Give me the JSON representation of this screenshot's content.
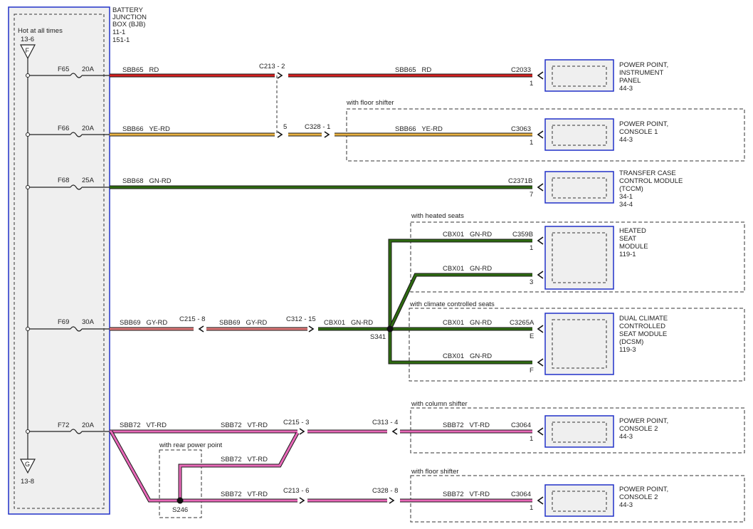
{
  "bjb": {
    "name_lines": [
      "BATTERY",
      "JUNCTION",
      "BOX (BJB)",
      "11-1",
      "151-1"
    ],
    "hot_label": "Hot at all times",
    "hot_ref": "13-6",
    "top_symbol": "F",
    "bottom_symbol": "G",
    "bottom_ref": "13-8"
  },
  "fuses": [
    {
      "id": "F65",
      "rating": "20A"
    },
    {
      "id": "F66",
      "rating": "20A"
    },
    {
      "id": "F68",
      "rating": "25A"
    },
    {
      "id": "F69",
      "rating": "30A"
    },
    {
      "id": "F72",
      "rating": "20A"
    }
  ],
  "wire_labels": {
    "r1a": "SBB65   RD",
    "r1b": "SBB65   RD",
    "r2a": "SBB66   YE-RD",
    "r2b": "SBB66   YE-RD",
    "r3": "SBB68   GN-RD",
    "r4a": "SBB69   GY-RD",
    "r4b": "SBB69   GY-RD",
    "r4c": "CBX01   GN-RD",
    "hs1": "CBX01   GN-RD",
    "hs2": "CBX01   GN-RD",
    "cc1": "CBX01   GN-RD",
    "cc2": "CBX01   GN-RD",
    "r5a": "SBB72   VT-RD",
    "r5b": "SBB72   VT-RD",
    "r5c": "SBB72   VT-RD",
    "r6": "SBB72   VT-RD",
    "r7a": "SBB72   VT-RD",
    "r7b": "SBB72   VT-RD"
  },
  "connectors": {
    "c213_2": "C213 - 2",
    "c213_5": "5",
    "c328_1": "C328 - 1",
    "c215_8": "C215 - 8",
    "c312_15": "C312 - 15",
    "c215_3": "C215 - 3",
    "c313_4": "C313 - 4",
    "c213_6": "C213 - 6",
    "c328_8": "C328 - 8",
    "c2033": "C2033",
    "c2033_pin": "1",
    "c3063": "C3063",
    "c3063_pin": "1",
    "c2371b": "C2371B",
    "c2371b_pin": "7",
    "c359b": "C359B",
    "c359b_pin1": "1",
    "c359b_pin3": "3",
    "c3265a": "C3265A",
    "c3265a_pinE": "E",
    "c3265a_pinF": "F",
    "c3064a": "C3064",
    "c3064a_pin": "1",
    "c3064b": "C3064",
    "c3064b_pin": "1"
  },
  "splices": {
    "s341": "S341",
    "s246": "S246"
  },
  "options": {
    "floor1": "with floor shifter",
    "heated": "with heated seats",
    "climate": "with climate controlled seats",
    "column": "with column shifter",
    "rear": "with rear power point",
    "floor2": "with floor shifter"
  },
  "components": [
    {
      "lines": [
        "POWER POINT,",
        "INSTRUMENT",
        "PANEL",
        "44-3"
      ]
    },
    {
      "lines": [
        "POWER POINT,",
        "CONSOLE 1",
        "44-3"
      ]
    },
    {
      "lines": [
        "TRANSFER CASE",
        "CONTROL MODULE",
        "(TCCM)",
        "34-1",
        "34-4"
      ]
    },
    {
      "lines": [
        "HEATED",
        "SEAT",
        "MODULE",
        "119-1"
      ]
    },
    {
      "lines": [
        "DUAL CLIMATE",
        "CONTROLLED",
        "SEAT MODULE",
        "(DCSM)",
        "119-3"
      ]
    },
    {
      "lines": [
        "POWER POINT,",
        "CONSOLE 2",
        "44-3"
      ]
    },
    {
      "lines": [
        "POWER POINT,",
        "CONSOLE 2",
        "44-3"
      ]
    }
  ],
  "colors": {
    "frame_blue": "#2030c8",
    "wire_RD": "#d42020",
    "wire_YE_RD": "#e8b040",
    "wire_GN_RD": "#2e6b10",
    "wire_GY_RD": "#e07878",
    "wire_VT_RD": "#e868b8"
  }
}
